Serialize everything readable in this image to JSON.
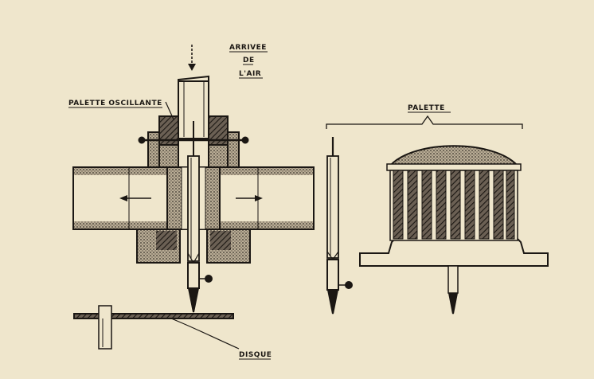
{
  "labels": {
    "arrivee_line1": "ARRIVEE",
    "arrivee_line2": "DE",
    "arrivee_line3": "L'AIR",
    "palette_oscillante": "PALETTE OSCILLANTE",
    "palette": "PALETTE",
    "disque": "DISQUE"
  },
  "colors": {
    "paper": "#efe6cc",
    "ink": "#1b1713",
    "hatch": "#3a332b"
  }
}
